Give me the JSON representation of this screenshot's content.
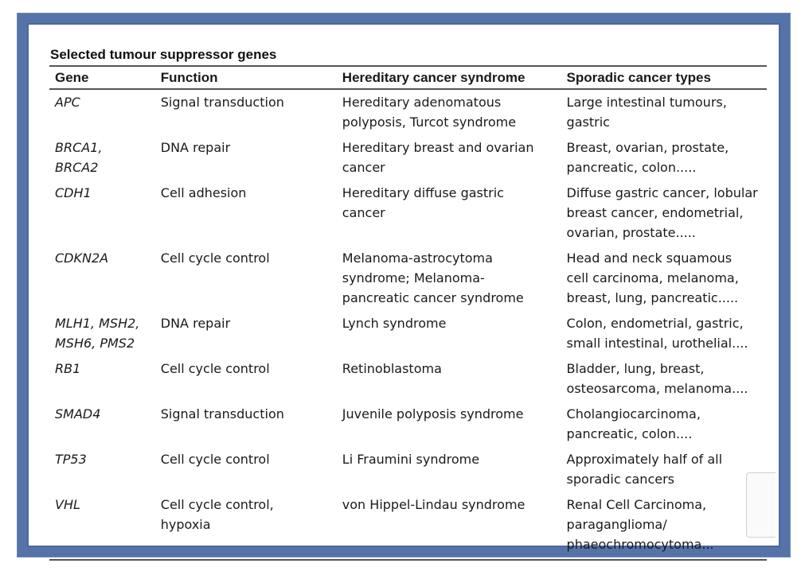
{
  "title": "Selected tumour suppressor genes",
  "columns": [
    "Gene",
    "Function",
    "Hereditary cancer syndrome",
    "Sporadic cancer types"
  ],
  "rows": [
    {
      "gene": [
        "APC"
      ],
      "function": [
        "Signal transduction"
      ],
      "syndrome": [
        "Hereditary adenomatous",
        "polyposis, Turcot syndrome"
      ],
      "sporadic": [
        "Large intestinal tumours,",
        "gastric"
      ]
    },
    {
      "gene": [
        "BRCA1,",
        "BRCA2"
      ],
      "function": [
        "DNA repair"
      ],
      "syndrome": [
        "Hereditary breast and ovarian",
        "cancer"
      ],
      "sporadic": [
        "Breast, ovarian, prostate,",
        "pancreatic, colon....."
      ]
    },
    {
      "gene": [
        "CDH1"
      ],
      "function": [
        "Cell adhesion"
      ],
      "syndrome": [
        "Hereditary diffuse gastric",
        "cancer"
      ],
      "sporadic": [
        "Diffuse gastric cancer, lobular",
        "breast cancer, endometrial,",
        "ovarian, prostate....."
      ]
    },
    {
      "gene": [
        "CDKN2A"
      ],
      "function": [
        "Cell cycle control"
      ],
      "syndrome": [
        "Melanoma-astrocytoma",
        "syndrome; Melanoma-",
        "pancreatic cancer syndrome"
      ],
      "sporadic": [
        "Head and neck squamous",
        "cell carcinoma, melanoma,",
        "breast, lung, pancreatic....."
      ]
    },
    {
      "gene": [
        "MLH1, MSH2,",
        "MSH6, PMS2"
      ],
      "function": [
        "DNA repair"
      ],
      "syndrome": [
        "Lynch syndrome"
      ],
      "sporadic": [
        "Colon, endometrial, gastric,",
        "small intestinal, urothelial...."
      ]
    },
    {
      "gene": [
        "RB1"
      ],
      "function": [
        "Cell cycle control"
      ],
      "syndrome": [
        "Retinoblastoma"
      ],
      "sporadic": [
        "Bladder, lung, breast,",
        "osteosarcoma, melanoma...."
      ]
    },
    {
      "gene": [
        "SMAD4"
      ],
      "function": [
        "Signal transduction"
      ],
      "syndrome": [
        "Juvenile polyposis syndrome"
      ],
      "sporadic": [
        "Cholangiocarcinoma,",
        "pancreatic, colon...."
      ]
    },
    {
      "gene": [
        "TP53"
      ],
      "function": [
        "Cell cycle control"
      ],
      "syndrome": [
        "Li Fraumini syndrome"
      ],
      "sporadic": [
        "Approximately half of all",
        "sporadic cancers"
      ]
    },
    {
      "gene": [
        "VHL"
      ],
      "function": [
        "Cell cycle control,",
        "hypoxia"
      ],
      "syndrome": [
        "von Hippel-Lindau syndrome"
      ],
      "sporadic": [
        "Renal Cell Carcinoma,",
        "paraganglioma/",
        "phaeochromocytoma..."
      ]
    }
  ],
  "colors": {
    "frame_border": "#5573a8",
    "background": "#ffffff",
    "text": "#1a1a1a",
    "rule": "#555555"
  }
}
